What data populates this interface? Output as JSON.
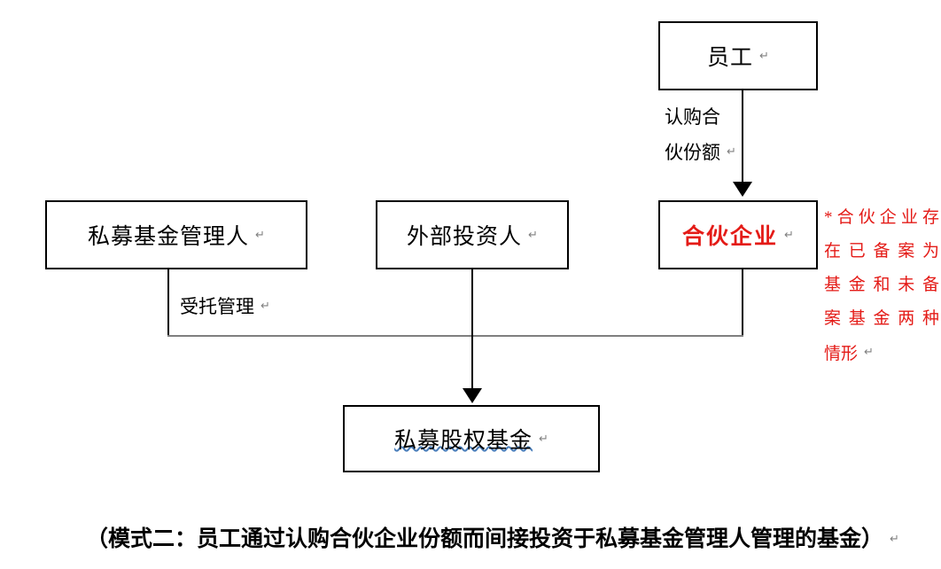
{
  "diagram": {
    "type": "flow-diagram",
    "nodes": [
      {
        "id": "employee",
        "label": "员工",
        "pmark": "↵"
      },
      {
        "id": "fund-manager",
        "label": "私募基金管理人",
        "pmark": "↵"
      },
      {
        "id": "external-investor",
        "label": "外部投资人",
        "pmark": "↵"
      },
      {
        "id": "partnership",
        "label": "合伙企业",
        "pmark": "↵"
      },
      {
        "id": "pe-fund",
        "label": "私募股权基金",
        "pmark": "↵"
      }
    ],
    "edges": [
      {
        "id": "employee-to-partnership",
        "from": "employee",
        "to": "partnership",
        "label_line1": "认购合",
        "label_line2": "伙份额",
        "pmark": "↵"
      },
      {
        "id": "manager-to-fund",
        "from": "fund-manager",
        "to": "pe-fund",
        "label_line1": "受托管理",
        "label_line2": "",
        "pmark": "↵"
      },
      {
        "id": "investor-to-fund",
        "from": "external-investor",
        "to": "pe-fund",
        "label_line1": "",
        "label_line2": "",
        "pmark": ""
      },
      {
        "id": "partnership-to-fund",
        "from": "partnership",
        "to": "pe-fund",
        "label_line1": "",
        "label_line2": "",
        "pmark": ""
      }
    ],
    "annotation": {
      "id": "partnership-note",
      "line1": "*合伙企业存",
      "line2": "在已备案为",
      "line3": "基金和未备",
      "line4": "案基金两种",
      "line5": "情形",
      "pmark": "↵",
      "color": "#e41b17"
    },
    "caption": {
      "text": "（模式二：员工通过认购合伙企业份额而间接投资于私募基金管理人管理的基金）",
      "pmark": "↵"
    },
    "colors": {
      "box_border": "#000000",
      "text": "#000000",
      "accent_red": "#e41b17",
      "connector_gray": "#7f7f7f",
      "spellcheck_wave": "#4a7ebb",
      "background": "#ffffff"
    }
  }
}
